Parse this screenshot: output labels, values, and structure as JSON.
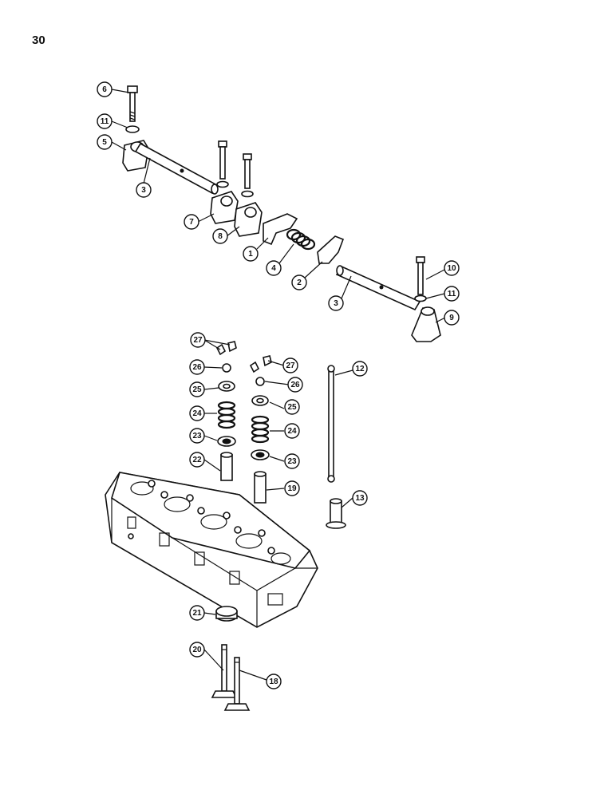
{
  "page_number": "30",
  "callouts": [
    {
      "id": "c6a",
      "label": "6"
    },
    {
      "id": "c11a",
      "label": "11"
    },
    {
      "id": "c5",
      "label": "5"
    },
    {
      "id": "c3a",
      "label": "3"
    },
    {
      "id": "c7",
      "label": "7"
    },
    {
      "id": "c8",
      "label": "8"
    },
    {
      "id": "c1",
      "label": "1"
    },
    {
      "id": "c4",
      "label": "4"
    },
    {
      "id": "c2",
      "label": "2"
    },
    {
      "id": "c3b",
      "label": "3"
    },
    {
      "id": "c10",
      "label": "10"
    },
    {
      "id": "c11b",
      "label": "11"
    },
    {
      "id": "c9",
      "label": "9"
    },
    {
      "id": "c27a",
      "label": "27"
    },
    {
      "id": "c26a",
      "label": "26"
    },
    {
      "id": "c25a",
      "label": "25"
    },
    {
      "id": "c24a",
      "label": "24"
    },
    {
      "id": "c23a",
      "label": "23"
    },
    {
      "id": "c22",
      "label": "22"
    },
    {
      "id": "c27b",
      "label": "27"
    },
    {
      "id": "c26b",
      "label": "26"
    },
    {
      "id": "c25b",
      "label": "25"
    },
    {
      "id": "c24b",
      "label": "24"
    },
    {
      "id": "c23b",
      "label": "23"
    },
    {
      "id": "c19",
      "label": "19"
    },
    {
      "id": "c12",
      "label": "12"
    },
    {
      "id": "c13",
      "label": "13"
    },
    {
      "id": "c21",
      "label": "21"
    },
    {
      "id": "c20",
      "label": "20"
    },
    {
      "id": "c18",
      "label": "18"
    }
  ]
}
